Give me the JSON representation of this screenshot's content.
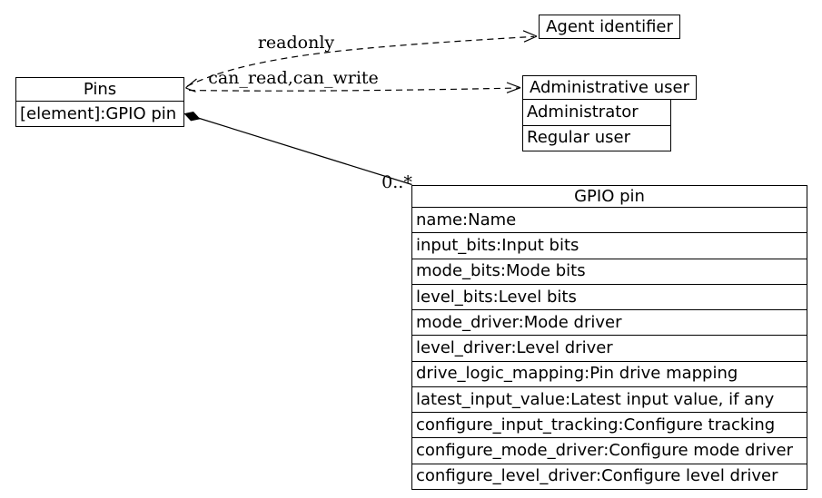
{
  "diagram": {
    "type": "uml-class-diagram",
    "colors": {
      "line": "#000000",
      "background": "#ffffff",
      "box_fill": "#ffffff",
      "text": "#000000"
    },
    "nodes": {
      "pins": {
        "title": "Pins",
        "rows": [
          "[element]:GPIO pin"
        ]
      },
      "agent": {
        "title": "Agent identifier"
      },
      "admin": {
        "title": "Administrative user",
        "rows": [
          "Administrator",
          "Regular user"
        ]
      },
      "gpio": {
        "title": "GPIO pin",
        "rows": [
          "name:Name",
          "input_bits:Input bits",
          "mode_bits:Mode bits",
          "level_bits:Level bits",
          "mode_driver:Mode driver",
          "level_driver:Level driver",
          "drive_logic_mapping:Pin drive mapping",
          "latest_input_value:Latest input value, if any",
          "configure_input_tracking:Configure tracking",
          "configure_mode_driver:Configure mode driver",
          "configure_level_driver:Configure level driver"
        ]
      }
    },
    "edges": {
      "readonly": {
        "label": "readonly",
        "style": "dashed",
        "from": "Pins",
        "to": "Agent identifier"
      },
      "can_read_write": {
        "label": "can_read,can_write",
        "style": "dashed",
        "from": "Pins",
        "to": "Administrative user"
      },
      "composition": {
        "label": "0..*",
        "style": "solid-with-filled-diamond",
        "from": "Pins",
        "to": "GPIO pin"
      }
    }
  }
}
